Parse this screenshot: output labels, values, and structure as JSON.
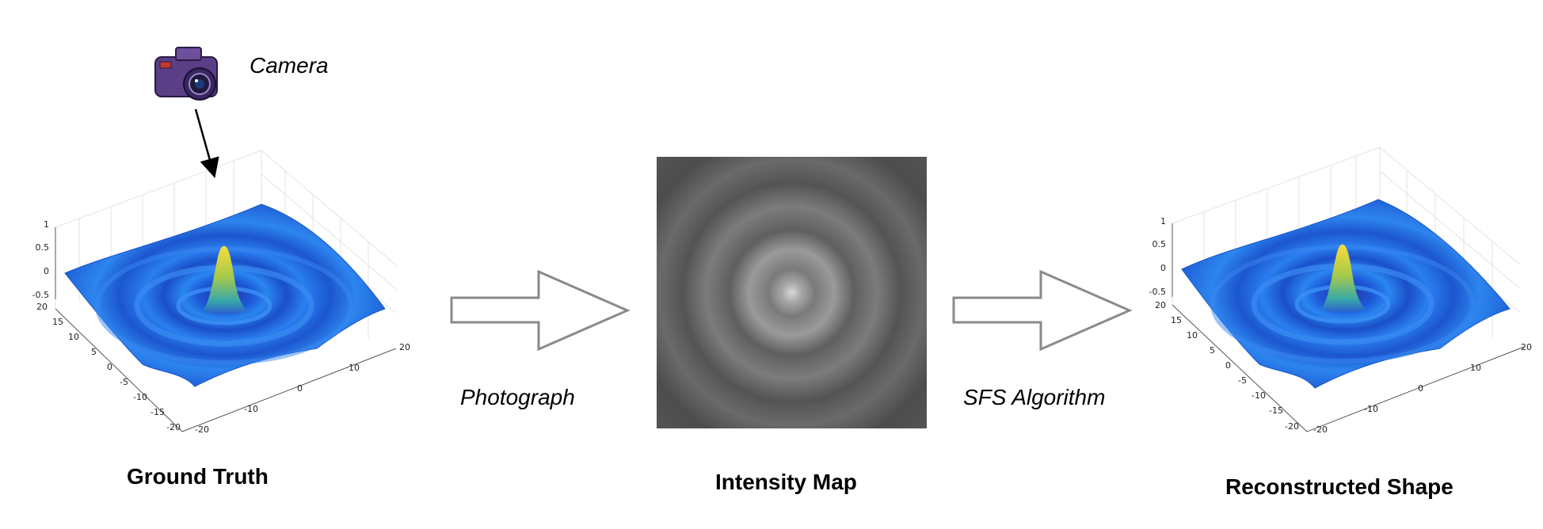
{
  "labels": {
    "camera": "Camera",
    "photograph": "Photograph",
    "sfs_algorithm": "SFS Algorithm"
  },
  "panels": {
    "ground_truth": {
      "caption": "Ground Truth",
      "z_ticks": [
        "1",
        "0.5",
        "0",
        "-0.5"
      ],
      "y_ticks": [
        "20",
        "15",
        "10",
        "5",
        "0",
        "-5",
        "-10",
        "-15",
        "-20"
      ],
      "x_ticks": [
        "-20",
        "-10",
        "0",
        "10",
        "20"
      ]
    },
    "intensity_map": {
      "caption": "Intensity Map"
    },
    "reconstructed": {
      "caption": "Reconstructed Shape",
      "z_ticks": [
        "1",
        "0.5",
        "0",
        "-0.5"
      ],
      "y_ticks": [
        "20",
        "15",
        "10",
        "5",
        "0",
        "-5",
        "-10",
        "-15",
        "-20"
      ],
      "x_ticks": [
        "-20",
        "-10",
        "0",
        "10",
        "20"
      ]
    }
  },
  "colors": {
    "surface_blue": "#1f6fe0",
    "surface_dark": "#1a3fa8",
    "peak_yellow": "#f5d53a",
    "peak_green": "#3cb7a0",
    "arrow_stroke": "#8a8a8a",
    "intensity_bg": "#4a4a4a"
  }
}
